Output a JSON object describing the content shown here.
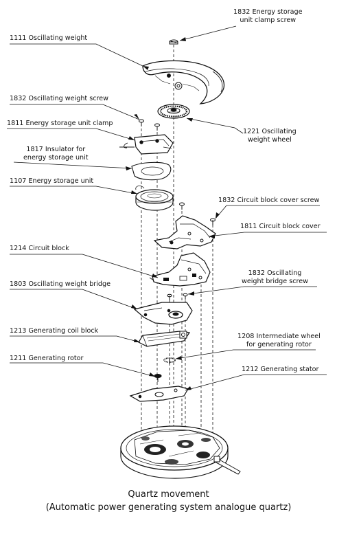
{
  "labels": {
    "l1832_clamp_screw": "1832 Energy storage\nunit clamp screw",
    "l1111": "1111 Oscillating weight",
    "l1832_weight_screw": "1832 Oscillating weight screw",
    "l1221": "1221 Oscillating\nweight wheel",
    "l1811_clamp": "1811 Energy storage unit clamp",
    "l1817": "1817 Insulator for\nenergy storage unit",
    "l1107": "1107 Energy storage unit",
    "l1832_cover_screw": "1832 Circuit block cover screw",
    "l1811_cover": "1811 Circuit block cover",
    "l1214": "1214 Circuit block",
    "l1832_bridge_screw": "1832 Oscillating\nweight bridge screw",
    "l1803": "1803 Oscillating weight bridge",
    "l1213": "1213 Generating coil block",
    "l1208": "1208 Intermediate wheel\nfor generating rotor",
    "l1211": "1211 Generating rotor",
    "l1212": "1212 Generating stator"
  },
  "caption": {
    "line1": "Quartz movement",
    "line2": "(Automatic power generating system analogue quartz)"
  }
}
